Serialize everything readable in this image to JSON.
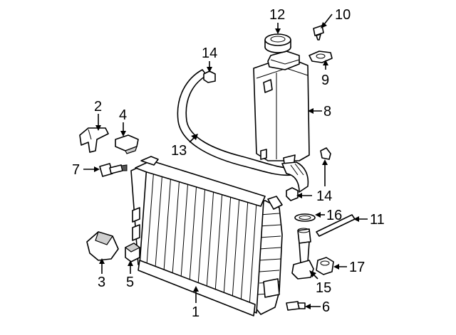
{
  "callouts": [
    {
      "id": "c1",
      "text": "1"
    },
    {
      "id": "c2",
      "text": "2"
    },
    {
      "id": "c3",
      "text": "3"
    },
    {
      "id": "c4",
      "text": "4"
    },
    {
      "id": "c5",
      "text": "5"
    },
    {
      "id": "c6",
      "text": "6"
    },
    {
      "id": "c7",
      "text": "7"
    },
    {
      "id": "c8",
      "text": "8"
    },
    {
      "id": "c9",
      "text": "9"
    },
    {
      "id": "c10",
      "text": "10"
    },
    {
      "id": "c11",
      "text": "11"
    },
    {
      "id": "c12",
      "text": "12"
    },
    {
      "id": "c13",
      "text": "13"
    },
    {
      "id": "c14a",
      "text": "14"
    },
    {
      "id": "c14b",
      "text": "14"
    },
    {
      "id": "c15",
      "text": "15"
    },
    {
      "id": "c16",
      "text": "16"
    },
    {
      "id": "c17",
      "text": "17"
    }
  ]
}
